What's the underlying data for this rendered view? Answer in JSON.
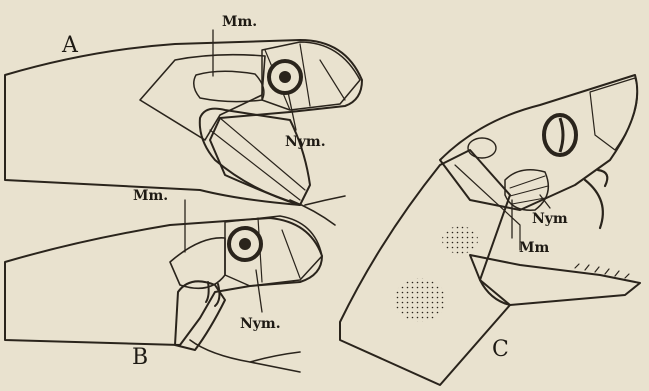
{
  "figure": {
    "panels": [
      {
        "letter": "A",
        "labels": {
          "upper": "Mm.",
          "lower": "Nym."
        }
      },
      {
        "letter": "B",
        "labels": {
          "upper": "Mm.",
          "lower": "Nym."
        }
      },
      {
        "letter": "C",
        "labels": {
          "upper": "Nym",
          "lower": "Mm"
        }
      }
    ]
  },
  "colors": {
    "paper": "#e9e2cf",
    "ink": "#2a241c"
  }
}
